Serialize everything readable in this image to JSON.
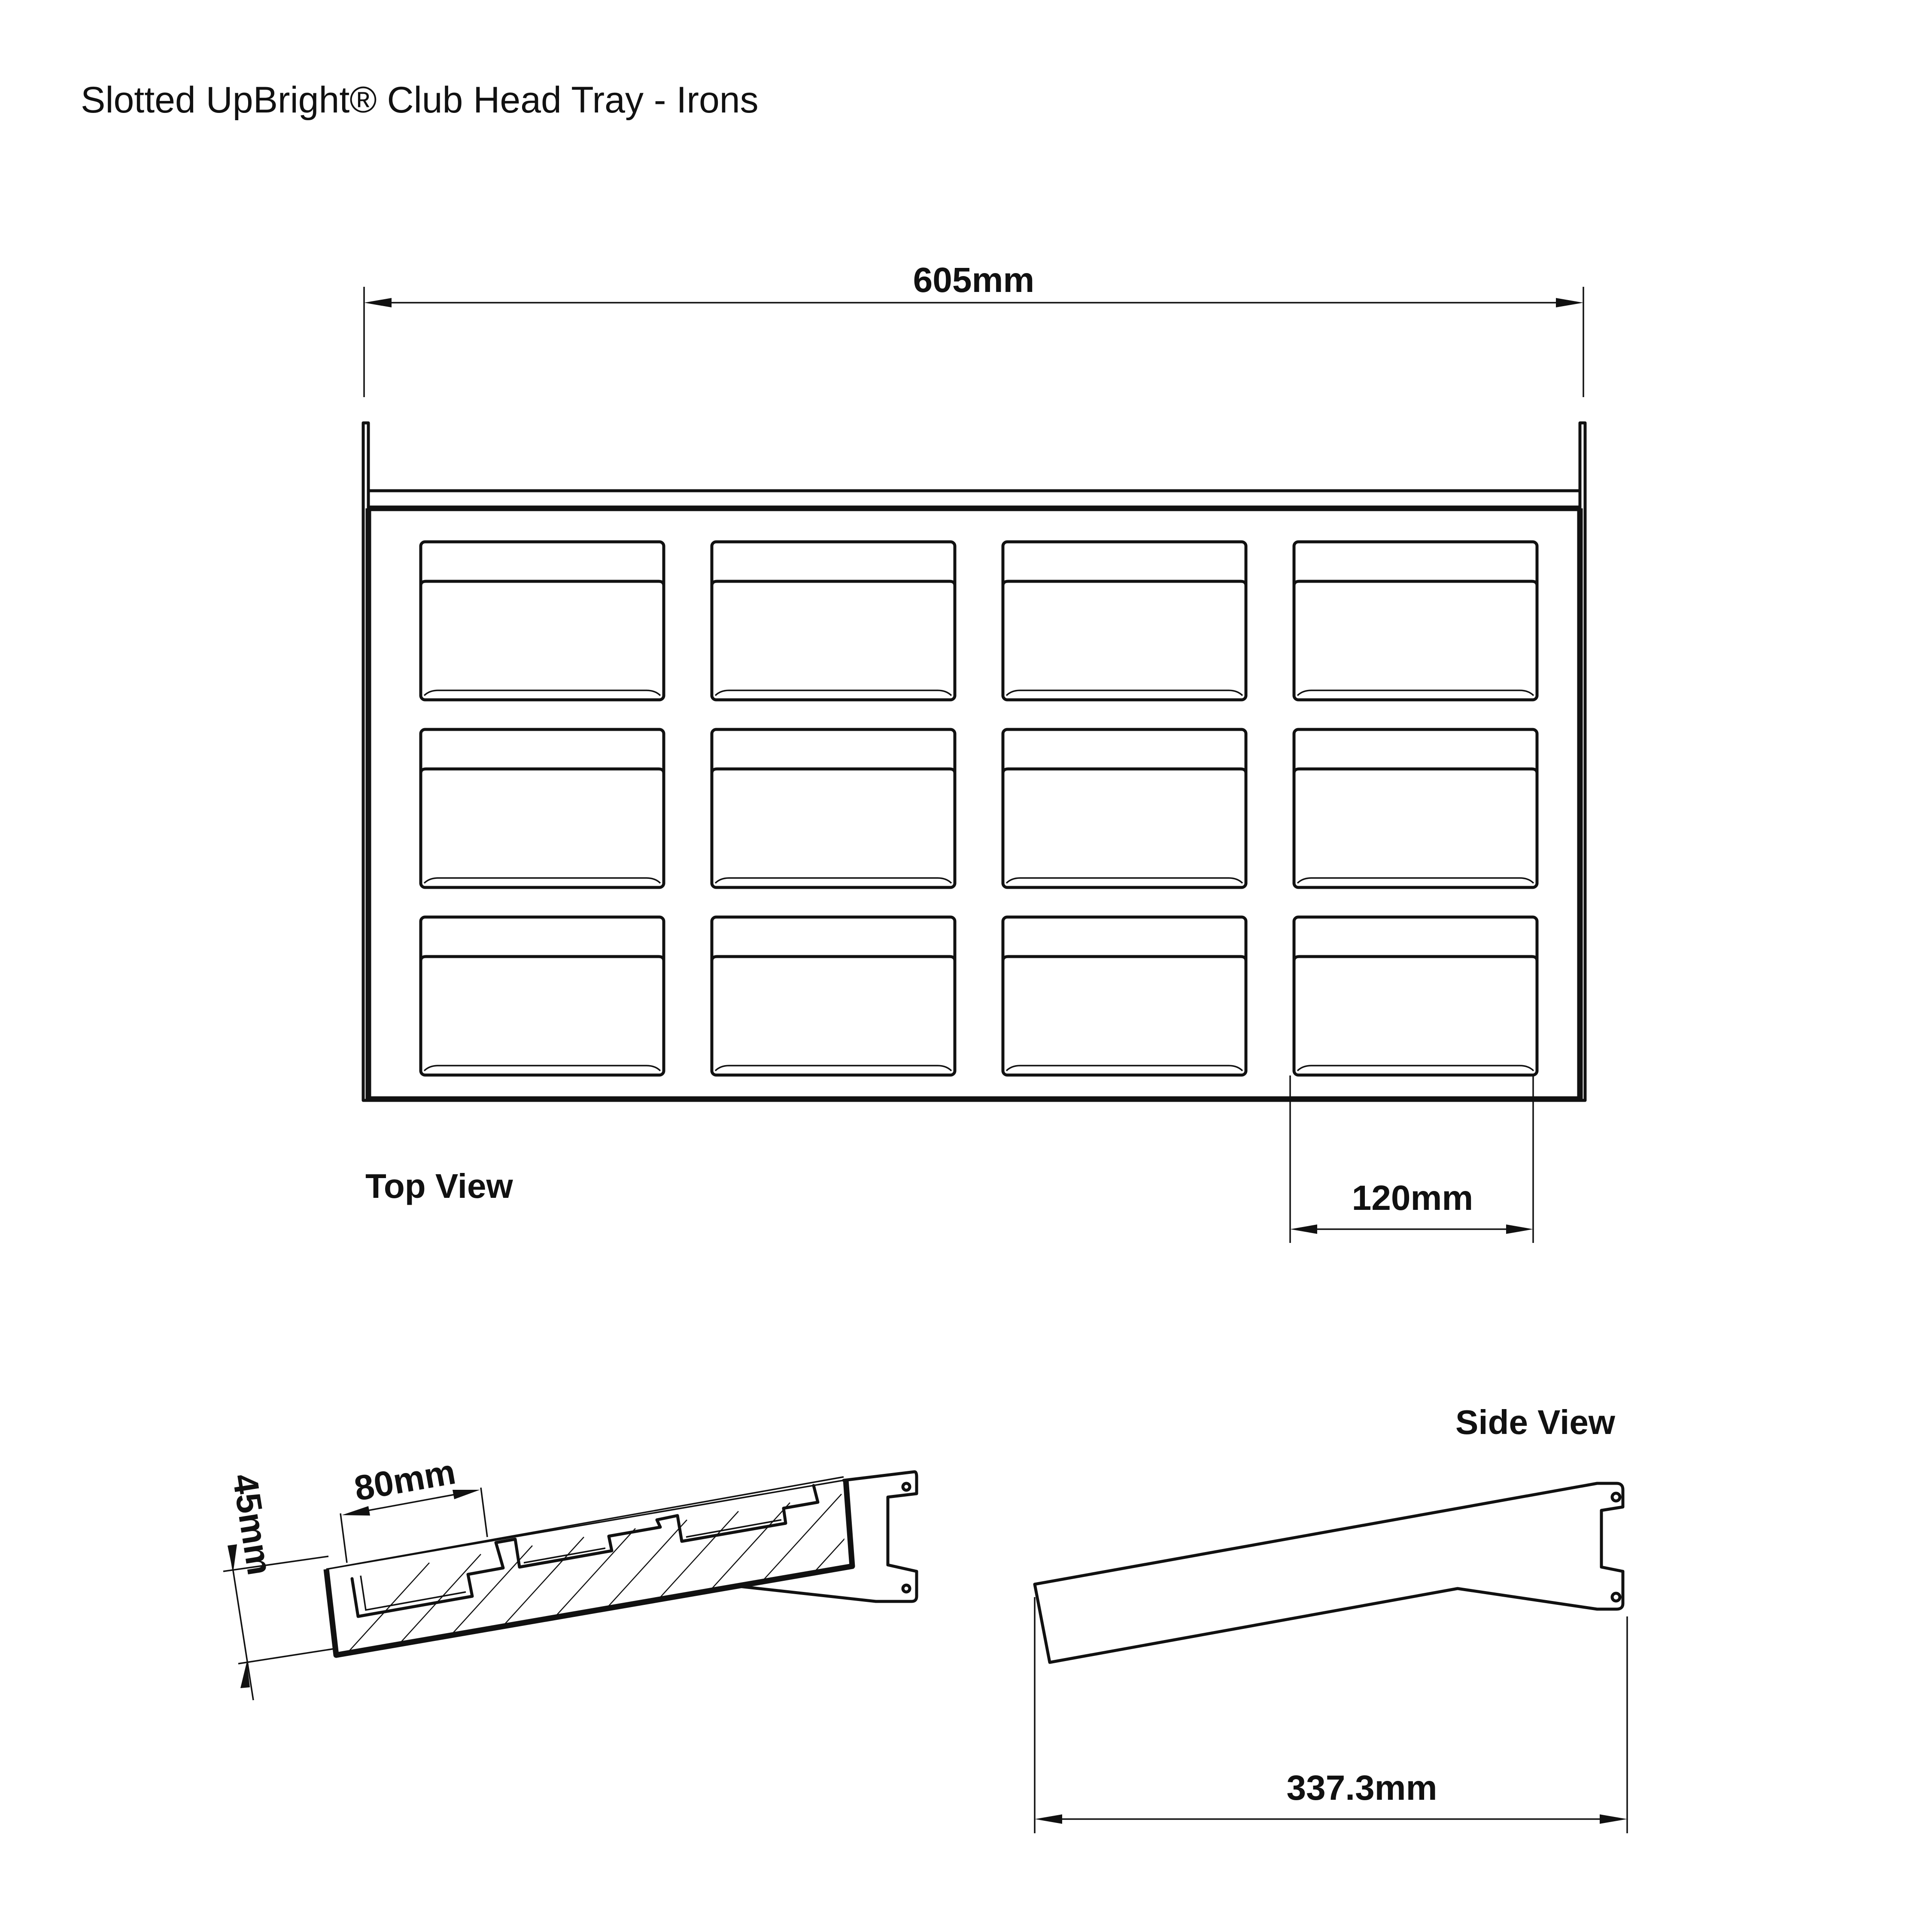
{
  "title": "Slotted UpBright® Club Head Tray - Irons",
  "views": {
    "top": {
      "label": "Top View"
    },
    "side": {
      "label": "Side View"
    }
  },
  "dimensions": {
    "overall_width": "605mm",
    "slot_width": "120mm",
    "slot_depth": "80mm",
    "tray_height": "45mm",
    "side_depth": "337.3mm"
  },
  "layout": {
    "slot_rows": 3,
    "slot_columns": 4
  }
}
